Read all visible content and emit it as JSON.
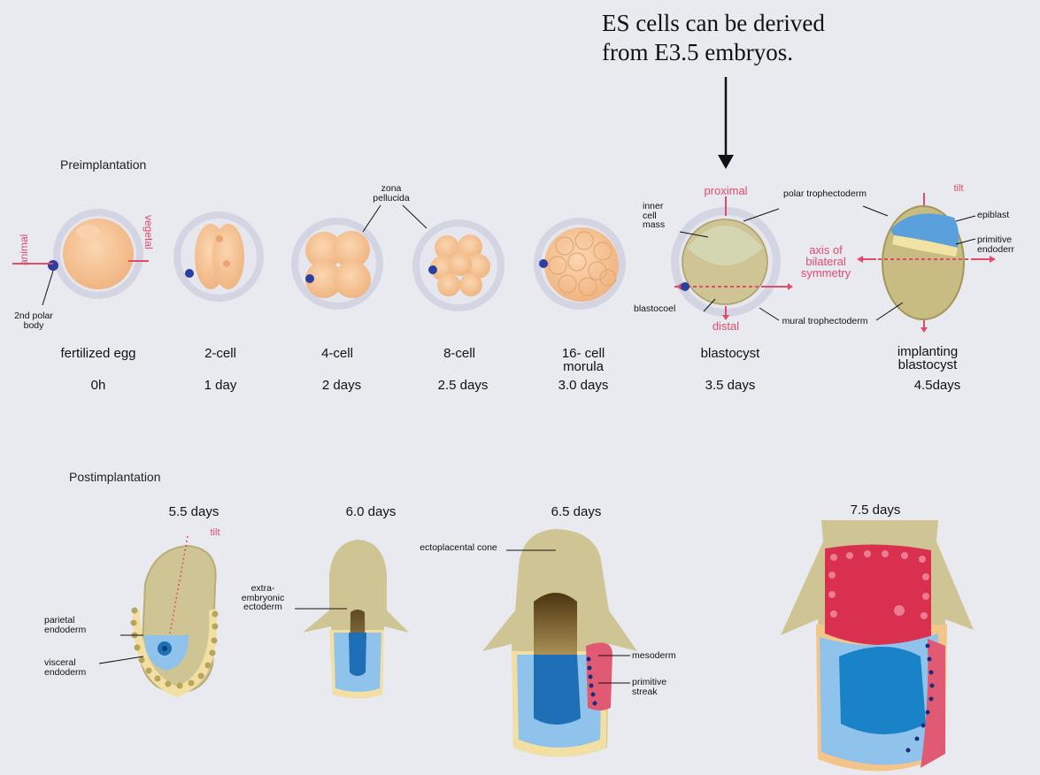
{
  "callout": {
    "line1": "ES cells can be derived",
    "line2": "from E3.5 embryos."
  },
  "sections": {
    "pre": "Preimplantation",
    "post": "Postimplantation"
  },
  "stages": [
    {
      "name": "fertilized egg",
      "time": "0h"
    },
    {
      "name": "2-cell",
      "time": "1 day"
    },
    {
      "name": "4-cell",
      "time": "2 days"
    },
    {
      "name": "8-cell",
      "time": "2.5 days"
    },
    {
      "name": "16- cell morula",
      "time": "3.0 days"
    },
    {
      "name": "blastocyst",
      "time": "3.5 days"
    },
    {
      "name": "implanting blastocyst",
      "time": "4.5days"
    }
  ],
  "pre_labels": {
    "zona": "zona pellucida",
    "animal": "animal",
    "vegetal": "vegetal",
    "polar_body": "2nd polar body",
    "inner_cell_mass": "inner cell mass",
    "proximal": "proximal",
    "distal": "distal",
    "blastocoel": "blastocoel",
    "polar_troph": "polar trophectoderm",
    "axis": "axis of bilateral symmetry",
    "mural_troph": "mural trophectoderm",
    "tilt": "tilt",
    "epiblast": "epiblast",
    "primitive_endoderm": "primitive endoderr"
  },
  "post_times": [
    "5.5 days",
    "6.0 days",
    "6.5 days",
    "7.5 days"
  ],
  "post_labels": {
    "tilt": "tilt",
    "parietal": "parietal endoderm",
    "visceral": "visceral endoderm",
    "extra": "extra- embryonic ectoderm",
    "ecto_cone": "ectoplacental cone",
    "mesoderm": "mesoderm",
    "streak": "primitive streak"
  },
  "colors": {
    "background": "#e9eaf0",
    "zona": "#d4d5e2",
    "egg": "#f6c396",
    "egg_dark": "#eeb27f",
    "polar_body": "#2a3f9e",
    "olive": "#cfc594",
    "olive_dark": "#b8ad74",
    "epiblast_blue": "#3b8fd0",
    "light_blue": "#8fc3ec",
    "visceral_yellow": "#f1dfa4",
    "brown": "#6a4a1e",
    "mesoderm_red": "#d8304e",
    "pink_label": "#e24b6a"
  }
}
